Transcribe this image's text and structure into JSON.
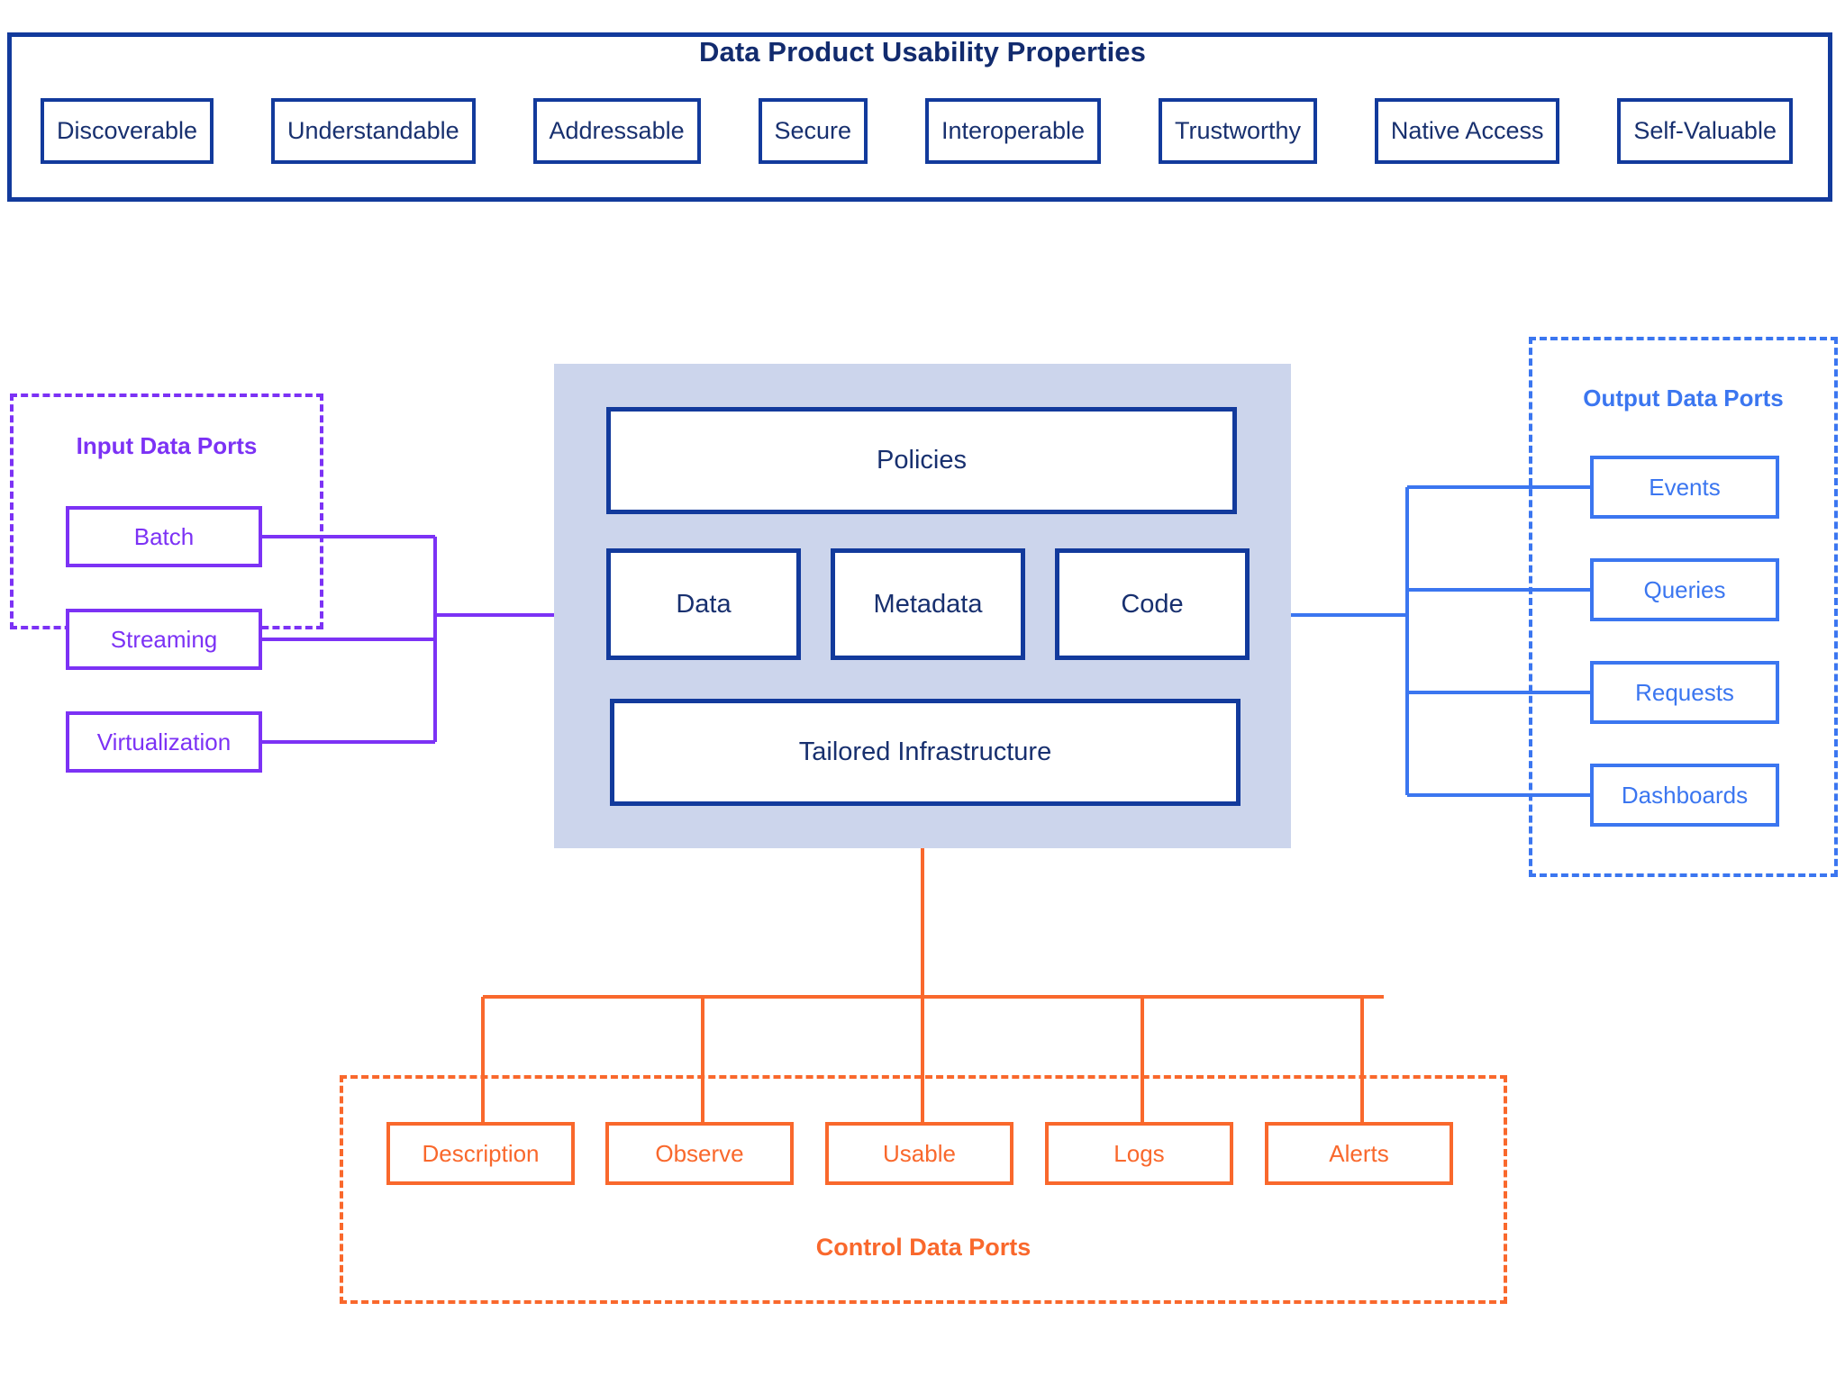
{
  "usability": {
    "title": "Data Product Usability Properties",
    "properties": [
      "Discoverable",
      "Understandable",
      "Addressable",
      "Secure",
      "Interoperable",
      "Trustworthy",
      "Native Access",
      "Self-Valuable"
    ]
  },
  "core": {
    "policies": "Policies",
    "data": "Data",
    "metadata": "Metadata",
    "code": "Code",
    "infrastructure": "Tailored Infrastructure"
  },
  "input_ports": {
    "title": "Input Data Ports",
    "items": [
      "Batch",
      "Streaming",
      "Virtualization"
    ]
  },
  "output_ports": {
    "title": "Output Data Ports",
    "items": [
      "Events",
      "Queries",
      "Requests",
      "Dashboards"
    ]
  },
  "control_ports": {
    "title": "Control Data Ports",
    "items": [
      "Description",
      "Observe",
      "Usable",
      "Logs",
      "Alerts"
    ]
  },
  "colors": {
    "navy": "#123a9c",
    "navy_text": "#18306f",
    "core_fill": "#ccd5ec",
    "purple": "#7c32f5",
    "blue": "#3b76f0",
    "orange": "#f9682c",
    "background": "#ffffff"
  }
}
